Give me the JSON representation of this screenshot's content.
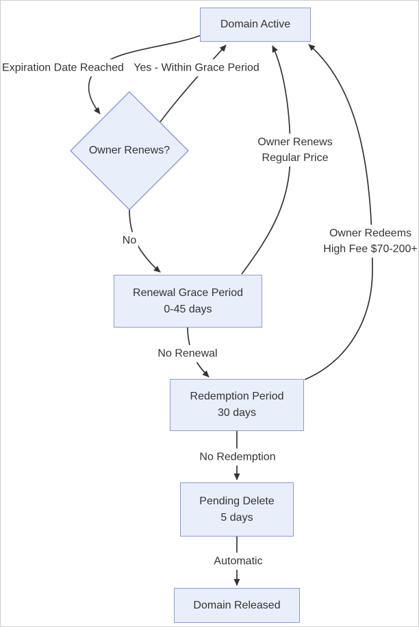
{
  "diagram": {
    "type": "flowchart",
    "subject": "domain-expiration-lifecycle",
    "colors": {
      "node_fill": "#e8eefa",
      "node_border": "#8b9ad3",
      "edge": "#333333",
      "text": "#333333",
      "canvas_border": "#cccccc",
      "background": "#ffffff"
    },
    "nodes": {
      "domain_active": {
        "label": "Domain Active"
      },
      "owner_renews": {
        "label": "Owner Renews?"
      },
      "renewal_grace": {
        "line1": "Renewal Grace Period",
        "line2": "0-45 days"
      },
      "redemption": {
        "line1": "Redemption Period",
        "line2": "30 days"
      },
      "pending_delete": {
        "line1": "Pending Delete",
        "line2": "5 days"
      },
      "domain_released": {
        "label": "Domain Released"
      }
    },
    "edges": {
      "expiration": {
        "label": "Expiration Date Reached",
        "from": "domain_active",
        "to": "owner_renews"
      },
      "yes_grace": {
        "label": "Yes - Within Grace Period",
        "from": "owner_renews",
        "to": "domain_active"
      },
      "no": {
        "label": "No",
        "from": "owner_renews",
        "to": "renewal_grace"
      },
      "owner_renews_price": {
        "line1": "Owner Renews",
        "line2": "Regular Price",
        "from": "renewal_grace",
        "to": "domain_active"
      },
      "no_renewal": {
        "label": "No Renewal",
        "from": "renewal_grace",
        "to": "redemption"
      },
      "owner_redeems": {
        "line1": "Owner Redeems",
        "line2": "High Fee $70-200+",
        "from": "redemption",
        "to": "domain_active"
      },
      "no_redemption": {
        "label": "No Redemption",
        "from": "redemption",
        "to": "pending_delete"
      },
      "automatic": {
        "label": "Automatic",
        "from": "pending_delete",
        "to": "domain_released"
      }
    }
  }
}
